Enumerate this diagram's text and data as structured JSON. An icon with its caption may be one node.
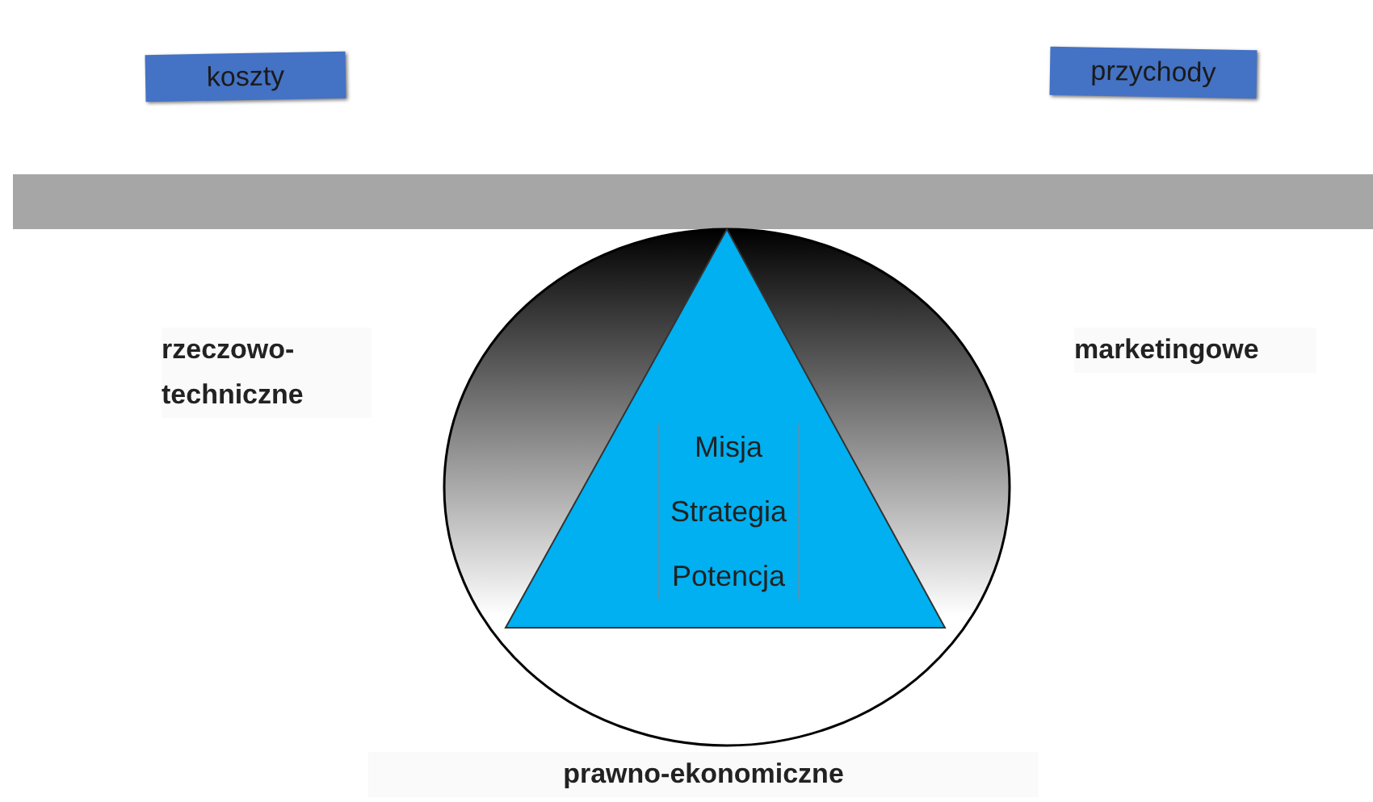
{
  "diagram": {
    "nodes": [
      {
        "text": [
          "koszty"
        ]
      },
      {
        "text": [
          "przychody"
        ]
      },
      {
        "text": [],
        "shape": "bar"
      },
      {
        "text": [],
        "shape": "circle"
      },
      {
        "text": [
          "Misja",
          "Strategia",
          "Potencja"
        ],
        "in": 3
      }
    ],
    "labels": [
      "rzeczowo-techniczne",
      "marketingowe",
      "prawno-ekonomiczne"
    ]
  }
}
